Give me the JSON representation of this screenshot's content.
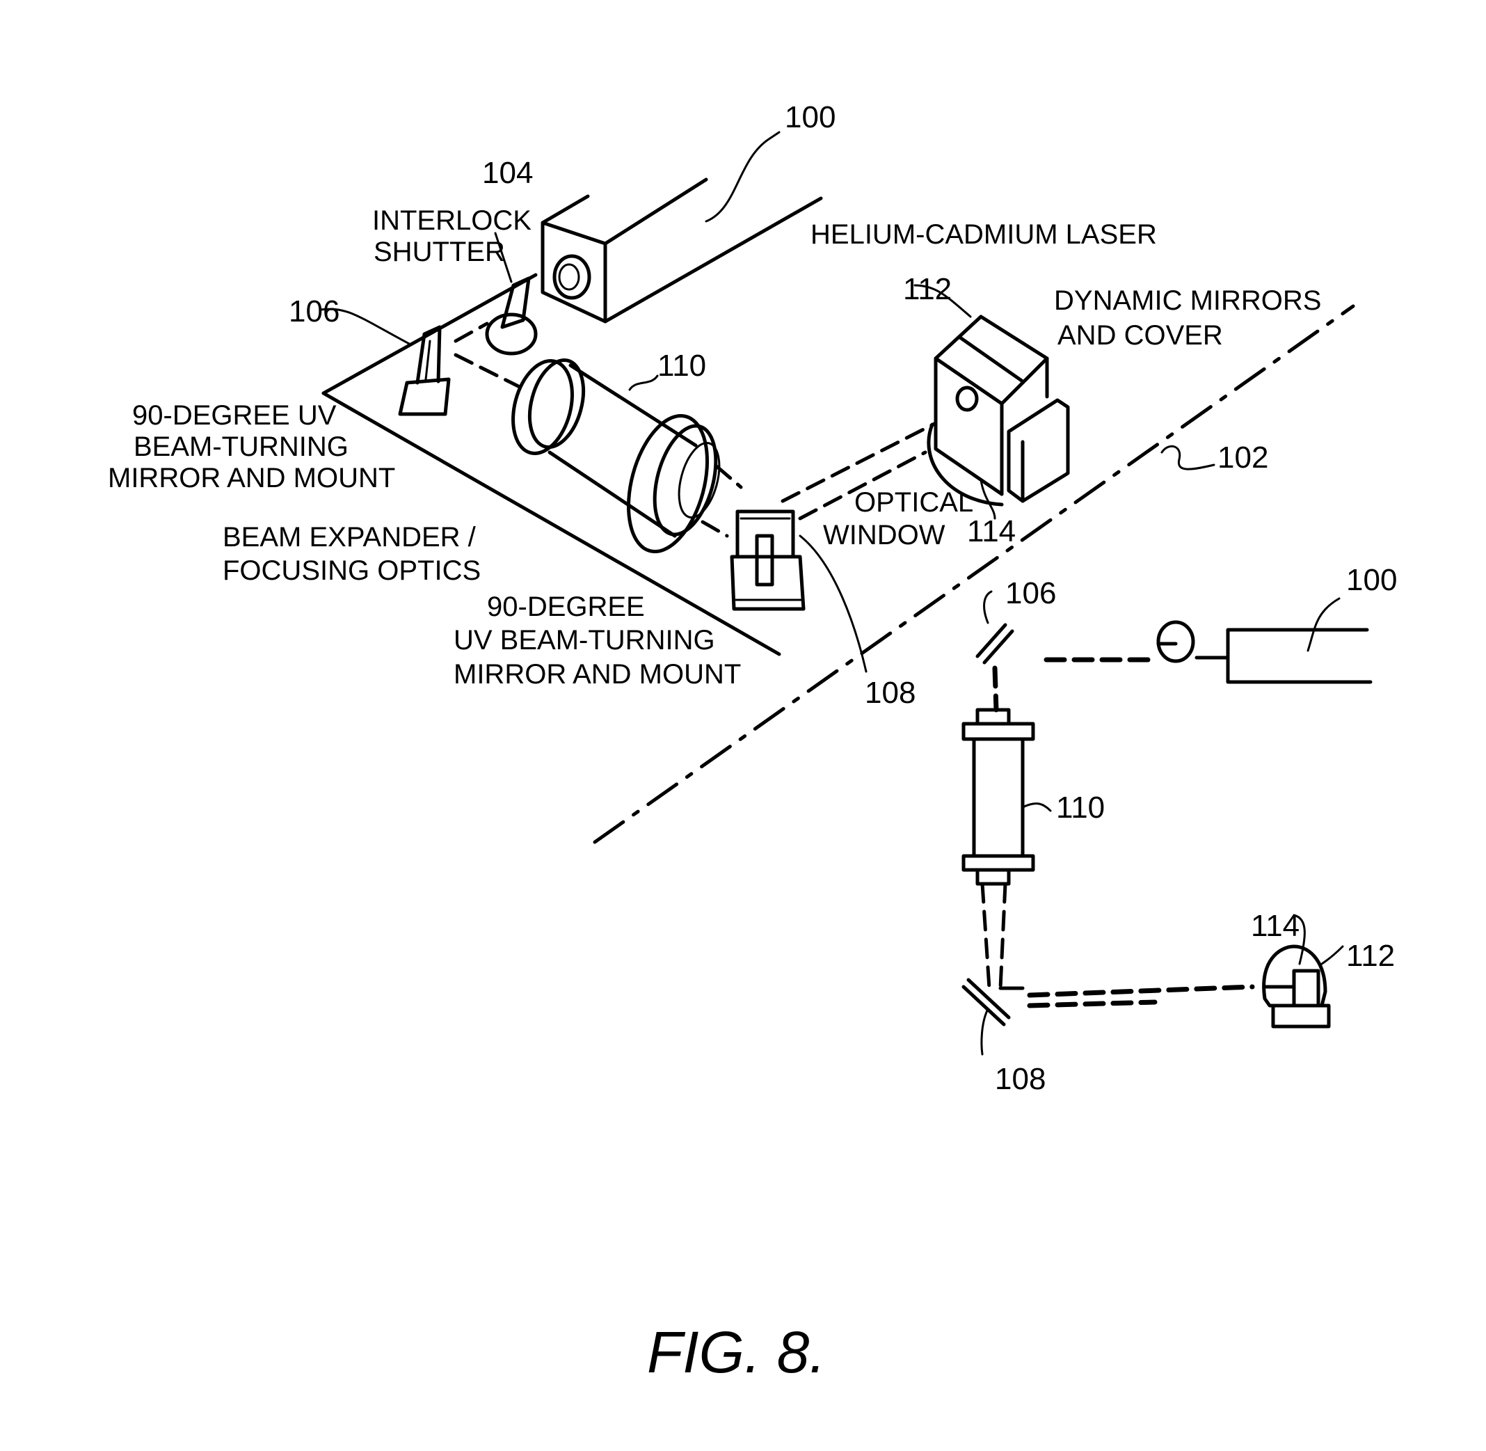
{
  "figure": {
    "caption": "FIG. 8.",
    "perspective_view": {
      "labels": {
        "laser_ref": "100",
        "shutter_ref": "104",
        "interlock_shutter_line1": "INTERLOCK",
        "interlock_shutter_line2": "SHUTTER",
        "laser_name": "HELIUM-CADMIUM LASER",
        "mirror1_ref": "106",
        "expander_ref": "110",
        "dynamic_mirrors_ref": "112",
        "dynamic_mirrors_line1": "DYNAMIC MIRRORS",
        "dynamic_mirrors_line2": "AND COVER",
        "mirror1_desc_line1": "90-DEGREE UV",
        "mirror1_desc_line2": "BEAM-TURNING",
        "mirror1_desc_line3": "MIRROR AND MOUNT",
        "boundary_ref": "102",
        "optical_window_line1": "OPTICAL",
        "optical_window_line2": "WINDOW",
        "window_ref": "114",
        "expander_desc_line1": "BEAM EXPANDER /",
        "expander_desc_line2": "FOCUSING OPTICS",
        "mirror2_desc_line1": "90-DEGREE",
        "mirror2_desc_line2": "UV BEAM-TURNING",
        "mirror2_desc_line3": "MIRROR AND MOUNT",
        "mirror2_ref": "108"
      }
    },
    "schematic_view": {
      "labels": {
        "mirror1_ref": "106",
        "laser_ref": "100",
        "expander_ref": "110",
        "window_ref": "114",
        "dynamic_mirrors_ref": "112",
        "mirror2_ref": "108"
      }
    }
  }
}
